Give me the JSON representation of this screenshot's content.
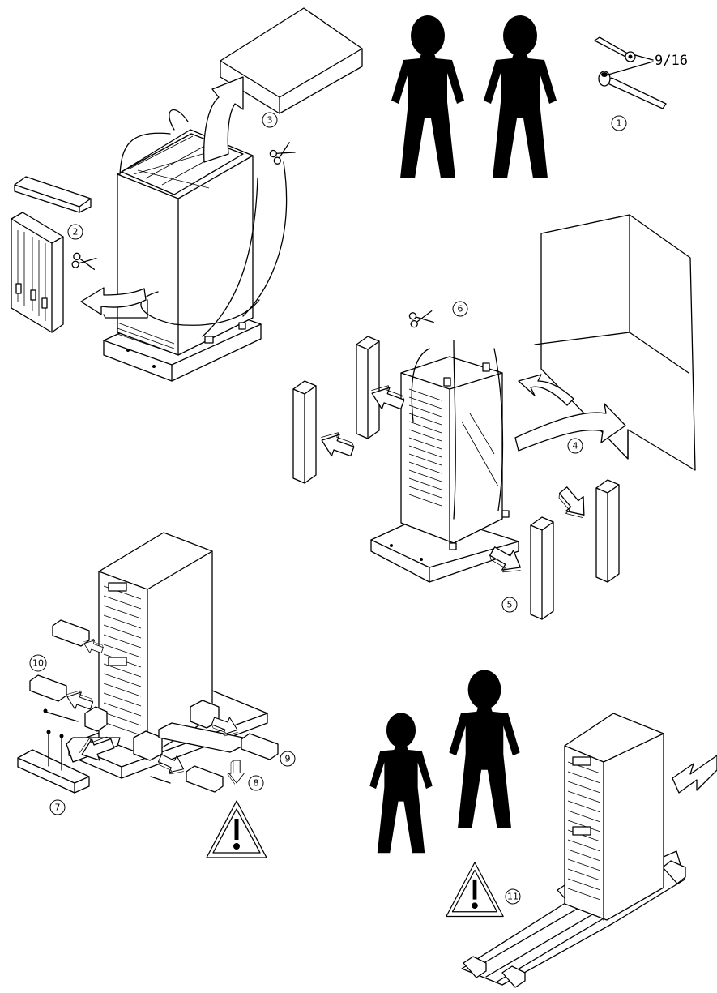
{
  "steps": {
    "s1": "1",
    "s2": "2",
    "s3": "3",
    "s4": "4",
    "s5": "5",
    "s6": "6",
    "s7": "7",
    "s8": "8",
    "s9": "9",
    "s10": "10",
    "s11": "11"
  },
  "wrench_label": "9/16",
  "icons": {
    "person": "person-silhouette-icon",
    "warning": "warning-triangle-icon",
    "scissors": "scissors-icon",
    "arrow": "direction-arrow-icon",
    "wrench": "wrench-icon"
  },
  "colors": {
    "ink": "#000000",
    "paper": "#ffffff"
  }
}
